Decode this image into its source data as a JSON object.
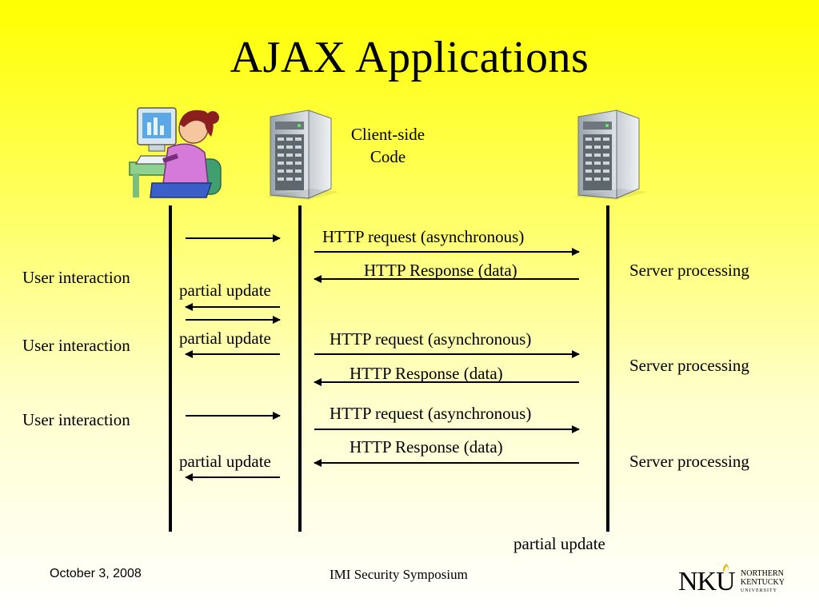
{
  "slide": {
    "title": "AJAX Applications",
    "client_side_code_line1": "Client-side",
    "client_side_code_line2": "Code"
  },
  "icons": {
    "user": "user-at-computer-icon",
    "client_server": "server-tower-icon",
    "remote_server": "server-tower-icon"
  },
  "messages": {
    "http_request": "HTTP request (asynchronous)",
    "http_response": "HTTP Response (data)",
    "user_interaction": "User interaction",
    "partial_update": "partial update",
    "server_processing": "Server processing"
  },
  "footer": {
    "date": "October 3, 2008",
    "event": "IMI Security Symposium",
    "logo_text": "NKU",
    "logo_line1": "NORTHERN",
    "logo_line2": "KENTUCKY",
    "logo_line3": "UNIVERSITY"
  },
  "colors": {
    "background_top": "#ffff00",
    "background_bottom": "#ffffff",
    "logo_accent": "#e8b400"
  }
}
